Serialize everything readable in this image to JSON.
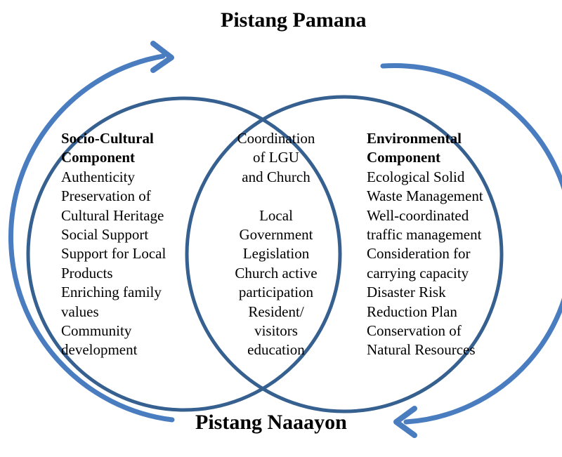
{
  "title_top": "Pistang Pamana",
  "title_bottom": "Pistang Naaayon",
  "colors": {
    "circle": "#35608f",
    "arrow": "#4a7dc0"
  },
  "left": {
    "heading": [
      "Socio-Cultural",
      "Component"
    ],
    "items": [
      "Authenticity",
      "Preservation of",
      "Cultural Heritage",
      "Social Support",
      "Support for Local",
      "Products",
      "Enriching family",
      "values",
      "Community",
      "development"
    ]
  },
  "center": {
    "heading": [
      "Coordination",
      "of LGU",
      "and Church"
    ],
    "items": [
      "Local",
      "Government",
      "Legislation",
      "Church active",
      "participation",
      "Resident/",
      "visitors",
      "education"
    ]
  },
  "right": {
    "heading": [
      "Environmental",
      "Component"
    ],
    "items": [
      "Ecological Solid",
      "Waste Management",
      "Well-coordinated",
      "traffic management",
      "Consideration for",
      "carrying capacity",
      "Disaster Risk",
      "Reduction Plan",
      "Conservation of",
      "Natural Resources"
    ]
  }
}
